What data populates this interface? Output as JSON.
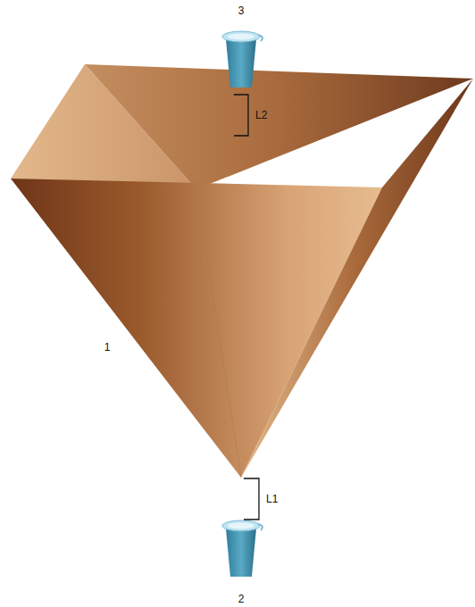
{
  "diagram": {
    "labels": [
      "3",
      "L2",
      "1",
      "L1",
      "2"
    ]
  }
}
